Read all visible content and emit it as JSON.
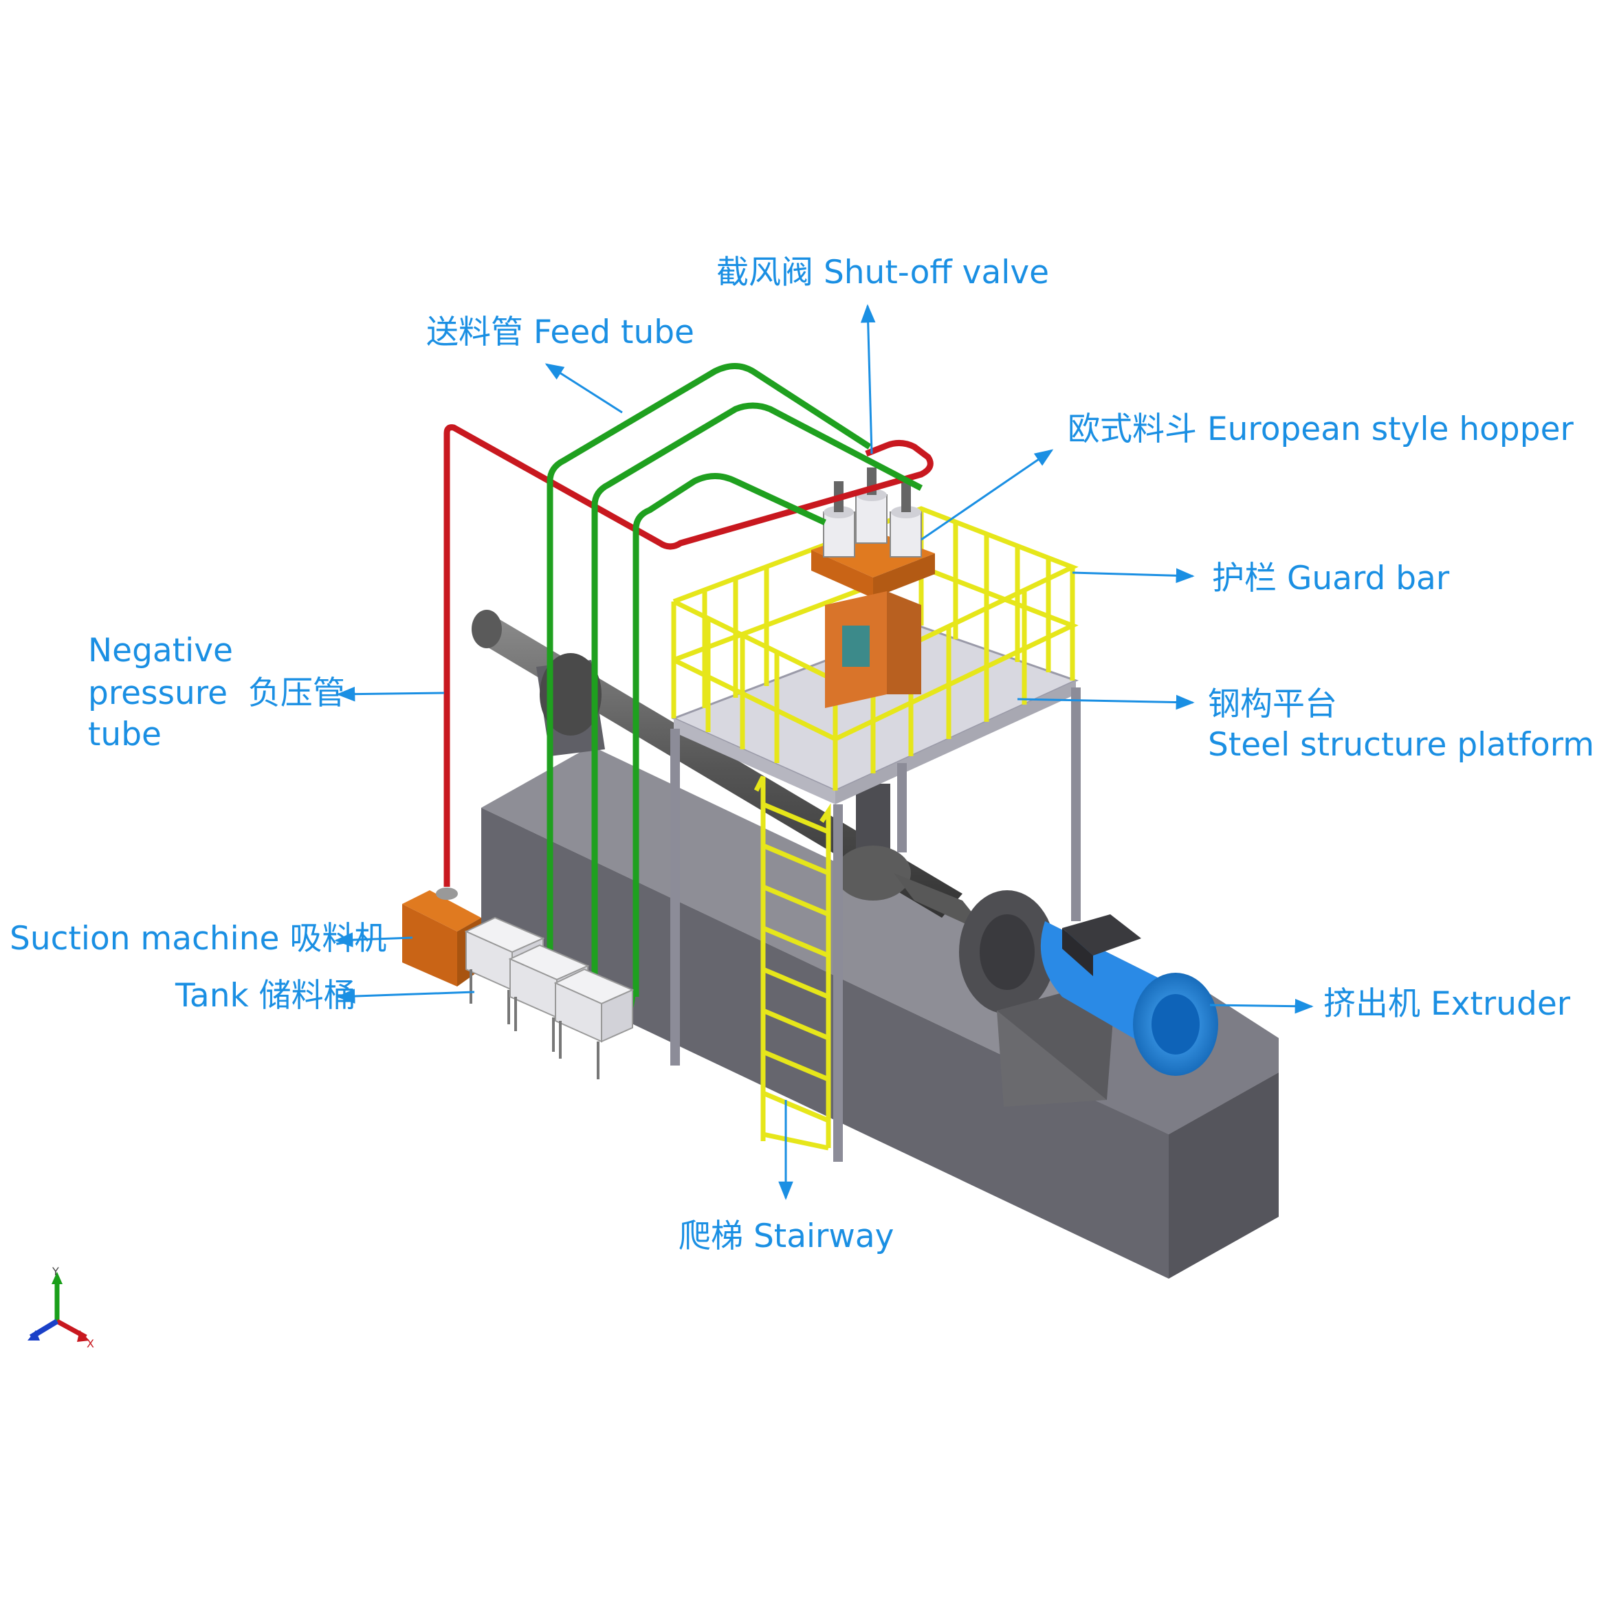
{
  "labels": {
    "shutoff_valve": "截风阀 Shut-off valve",
    "feed_tube": "送料管 Feed tube",
    "hopper": "欧式料斗 European style hopper",
    "guard_bar": "护栏 Guard bar",
    "platform_cn": "钢构平台",
    "platform_en": "Steel structure platform",
    "negative_line1": "Negative",
    "negative_line2": "pressure  负压管",
    "negative_line3": "tube",
    "suction_machine": "Suction machine 吸料机",
    "tank": "Tank 储料桶",
    "extruder": "挤出机 Extruder",
    "stairway": "爬梯 Stairway"
  },
  "axes": {
    "y": "Y",
    "x": "X"
  },
  "colors": {
    "label": "#1a8fe3",
    "feed_tube": "#1fa01f",
    "negative_tube": "#c8181f",
    "guard_bar": "#e6e61a",
    "base": "#6a6a72",
    "extruder_motor": "#1e7fd6",
    "hopper": "#e07a20"
  }
}
